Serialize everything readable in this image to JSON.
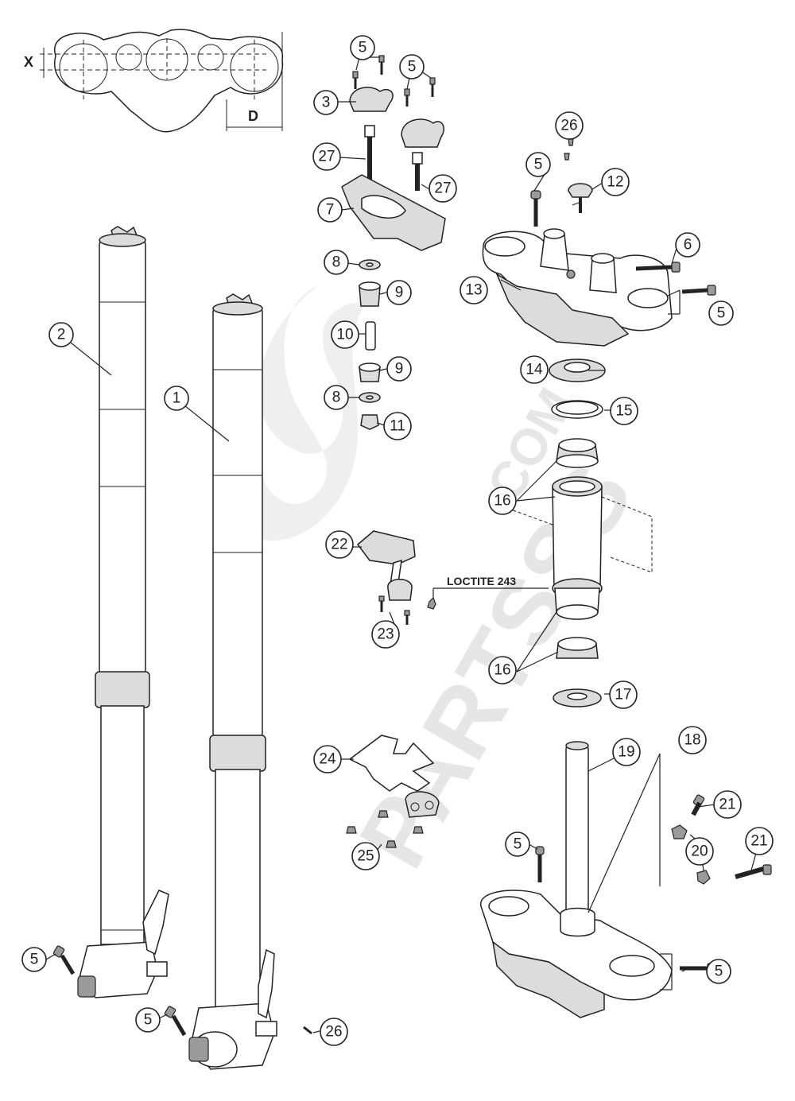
{
  "diagram": {
    "callouts": {
      "c1": "1",
      "c2": "2",
      "c3": "3",
      "c5a": "5",
      "c5b": "5",
      "c5c": "5",
      "c5d": "5",
      "c5e": "5",
      "c5f": "5",
      "c5g": "5",
      "c5h": "5",
      "c6": "6",
      "c7": "7",
      "c8a": "8",
      "c8b": "8",
      "c9a": "9",
      "c9b": "9",
      "c10": "10",
      "c11": "11",
      "c12": "12",
      "c13": "13",
      "c14": "14",
      "c15": "15",
      "c16a": "16",
      "c16b": "16",
      "c17": "17",
      "c18": "18",
      "c19": "19",
      "c20": "20",
      "c21a": "21",
      "c21b": "21",
      "c22": "22",
      "c23": "23",
      "c24": "24",
      "c25": "25",
      "c26a": "26",
      "c26b": "26",
      "c27a": "27",
      "c27b": "27"
    },
    "dimension_x": "X",
    "dimension_d": "D",
    "loctite_label": "LOCTITE 243"
  },
  "watermark": {
    "brand": "PARTSSS",
    "domain": ".COM"
  }
}
